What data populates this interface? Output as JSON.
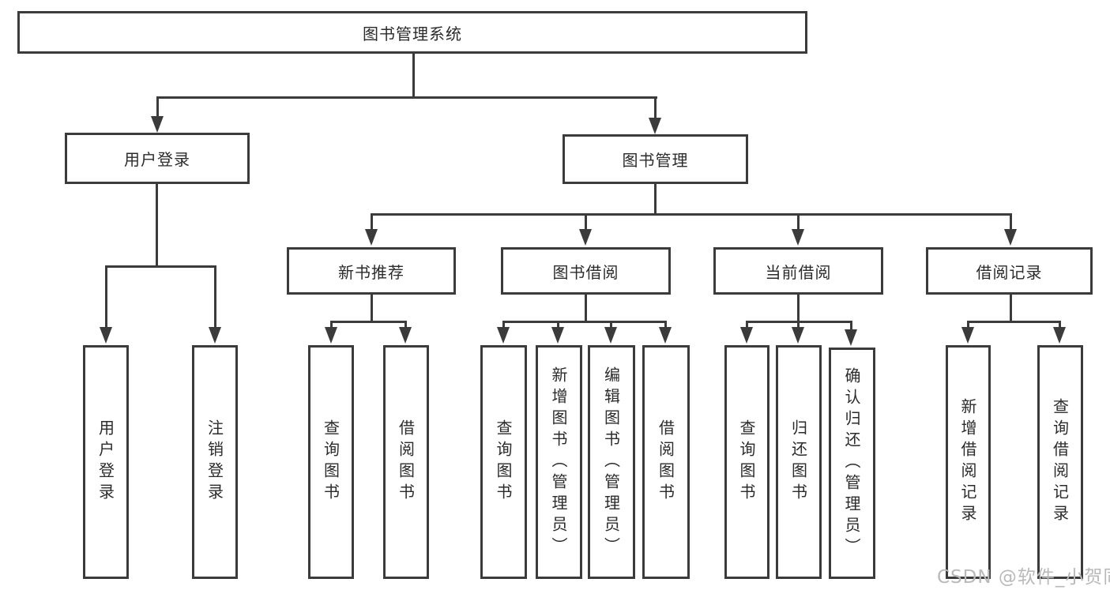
{
  "tree": {
    "root": {
      "label": "图书管理系统"
    },
    "branches": [
      {
        "label": "用户登录",
        "children": [
          {
            "label": "用户登录"
          },
          {
            "label": "注销登录"
          }
        ]
      },
      {
        "label": "图书管理",
        "children": [
          {
            "label": "新书推荐",
            "children": [
              {
                "label": "查询图书"
              },
              {
                "label": "借阅图书"
              }
            ]
          },
          {
            "label": "图书借阅",
            "children": [
              {
                "label": "查询图书"
              },
              {
                "label": "新增图书（管理员）"
              },
              {
                "label": "编辑图书（管理员）"
              },
              {
                "label": "借阅图书"
              }
            ]
          },
          {
            "label": "当前借阅",
            "children": [
              {
                "label": "查询图书"
              },
              {
                "label": "归还图书"
              },
              {
                "label": "确认归还（管理员）"
              }
            ]
          },
          {
            "label": "借阅记录",
            "children": [
              {
                "label": "新增借阅记录"
              },
              {
                "label": "查询借阅记录"
              }
            ]
          }
        ]
      }
    ]
  },
  "watermark": {
    "text": "CSDN @软件_小贺同学"
  },
  "colors": {
    "line": "#3b3b3b",
    "text": "#2b2b2b",
    "background": "#ffffff",
    "watermark": "#b9b9b9"
  }
}
